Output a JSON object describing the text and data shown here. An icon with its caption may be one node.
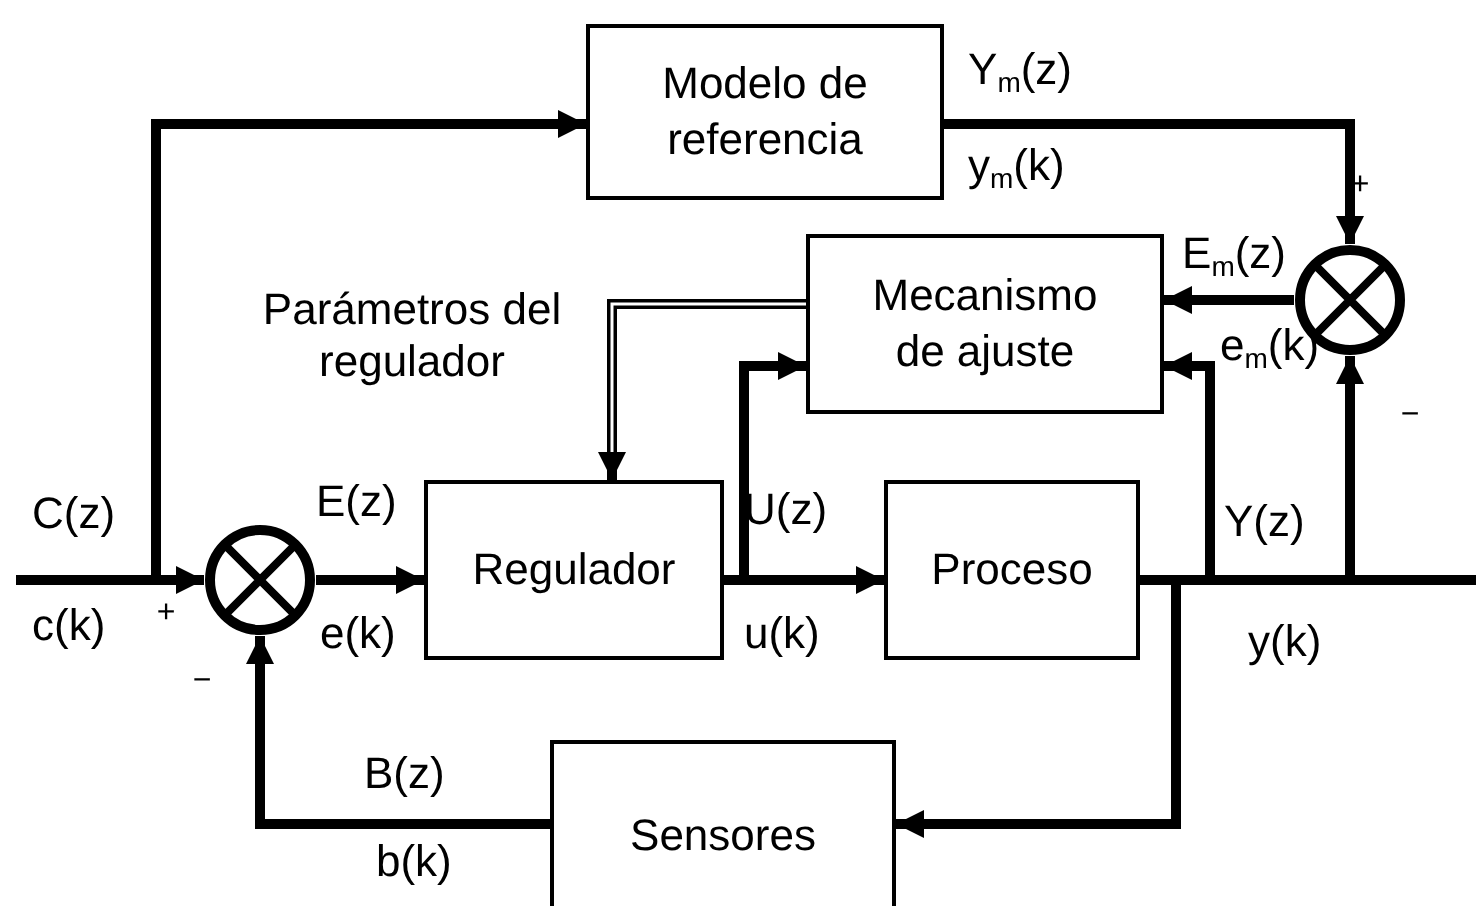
{
  "diagram": {
    "nodes": [
      {
        "text": [
          "Modelo de referencia"
        ]
      },
      {
        "text": [
          "Mecanismo de ajuste"
        ]
      },
      {
        "text": [
          "Regulador"
        ]
      },
      {
        "text": [
          "Proceso"
        ]
      },
      {
        "text": [
          "Sensores"
        ]
      },
      {
        "text": [],
        "shape": "circle"
      },
      {
        "text": [],
        "shape": "circle"
      }
    ],
    "edges": [
      {
        "from": null,
        "to": 5,
        "arrow": "to"
      },
      {
        "from": null,
        "to": 0,
        "arrow": "to"
      },
      {
        "from": 0,
        "to": 6,
        "arrow": "to"
      },
      {
        "from": 6,
        "to": 1,
        "arrow": "to"
      },
      {
        "from": 5,
        "to": 2,
        "arrow": "to"
      },
      {
        "from": 2,
        "to": 3,
        "arrow": "to"
      },
      {
        "from": 2,
        "to": 1,
        "arrow": "to"
      },
      {
        "from": 1,
        "to": 2,
        "arrow": "to"
      },
      {
        "from": 3,
        "to": 1,
        "arrow": "to"
      },
      {
        "from": 3,
        "to": 6,
        "arrow": "to"
      },
      {
        "from": 3,
        "to": 4,
        "arrow": "to"
      },
      {
        "from": 4,
        "to": 5,
        "arrow": "to"
      },
      {
        "from": 3,
        "to": null,
        "arrow": "none"
      }
    ],
    "labels": [
      "Y$_{m}$(z)",
      "y$_{m}$(k)",
      "+",
      "Parámetros del regulador",
      "E$_{m}$(z)",
      "e$_{m}$(k)",
      "−",
      "C(z)",
      "E(z)",
      "U(z)",
      "Y(z)",
      "c(k)",
      "+",
      "e(k)",
      "u(k)",
      "y(k)",
      "−",
      "B(z)",
      "b(k)"
    ]
  }
}
